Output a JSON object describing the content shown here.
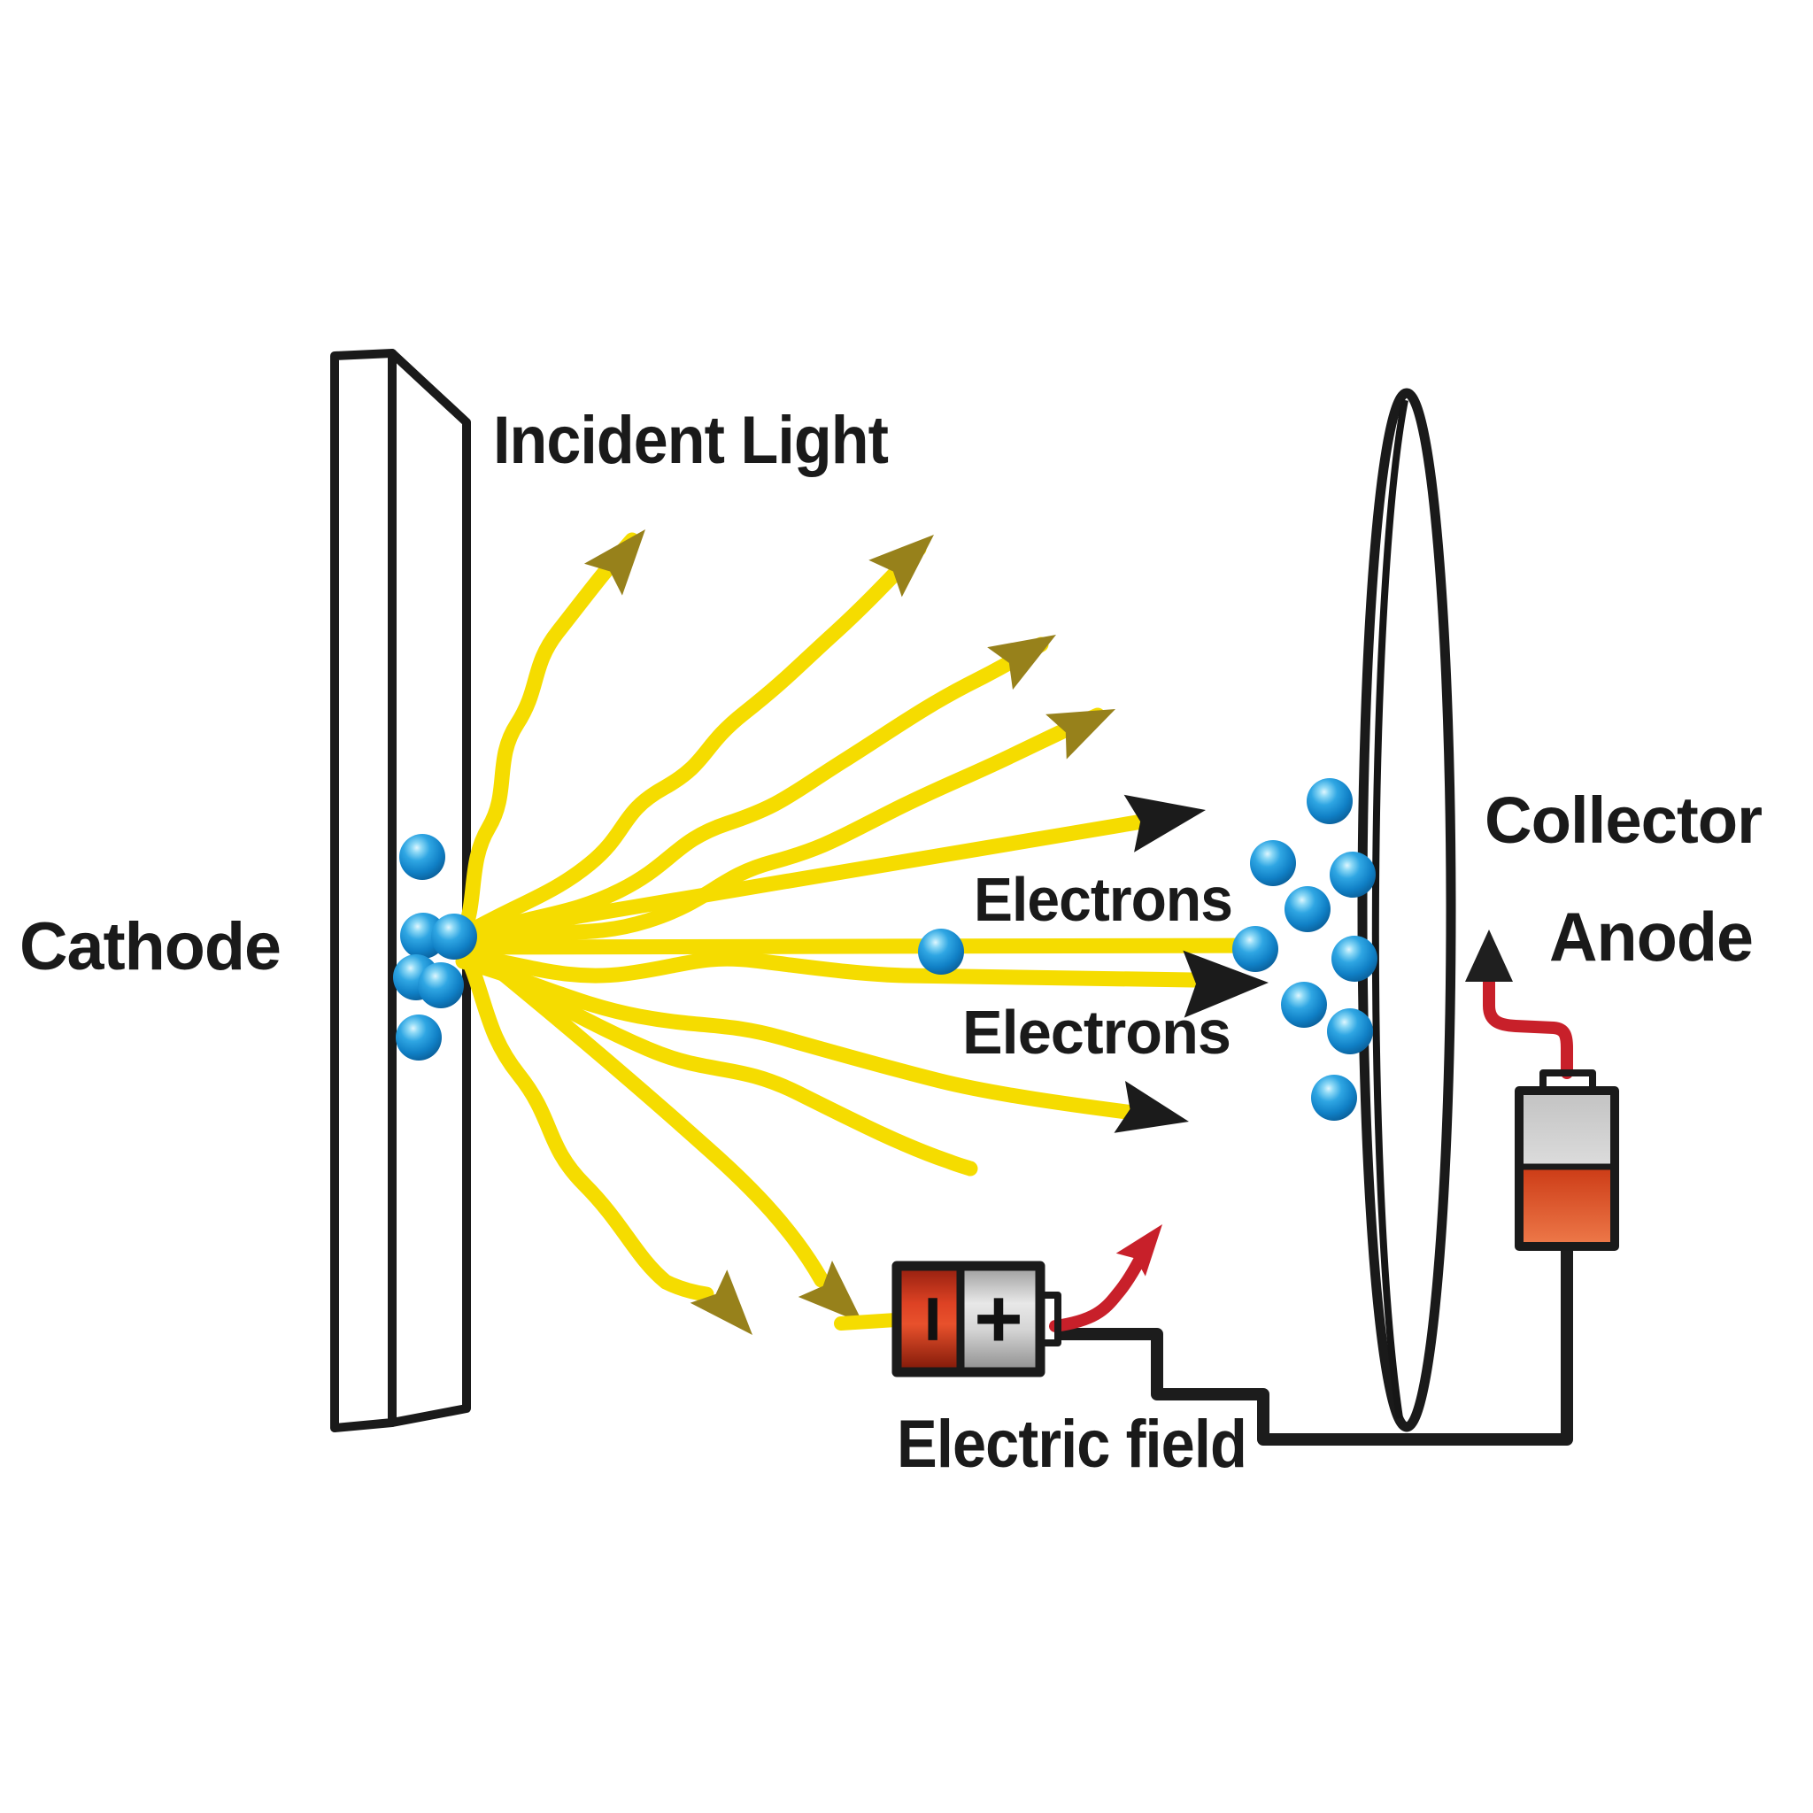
{
  "diagram": {
    "type": "photoelectric-effect",
    "labels": {
      "incident_light": "Incident Light",
      "cathode": "Cathode",
      "collector": "Collector",
      "anode": "Anode",
      "electrons_upper": "Electrons",
      "electrons_lower": "Electrons",
      "electric_field": "Electric field"
    },
    "battery_horizontal": {
      "negative_symbol": "−",
      "positive_symbol": "+"
    },
    "icons": {
      "light-ray-arrow": "wavy yellow line with dark-gold arrowhead",
      "electron-arrow": "yellow-to-black straight arrow",
      "electron": "blue sphere",
      "anode-arrow": "black up triangle"
    },
    "counts": {
      "cathode_electrons": 6,
      "free_electrons": 1,
      "collected_electrons": 9,
      "upward_light_arrows": 4,
      "downward_light_arrows": 2,
      "electron_arrows": 3
    }
  },
  "theme": {
    "background": "#FFFFFF",
    "ink": "#1A1A1A",
    "ray_yellow": "#F5DC00",
    "ray_gold": "#97811B",
    "gold_dark": "#8F7916",
    "arrow_black": "#1B1B1B",
    "wire_black": "#1C1C1C",
    "wire_red": "#C8202A",
    "battery_red": "#D23A1E",
    "electron_blue": "#1487CF",
    "metal_gray": "#8A8A8A"
  }
}
